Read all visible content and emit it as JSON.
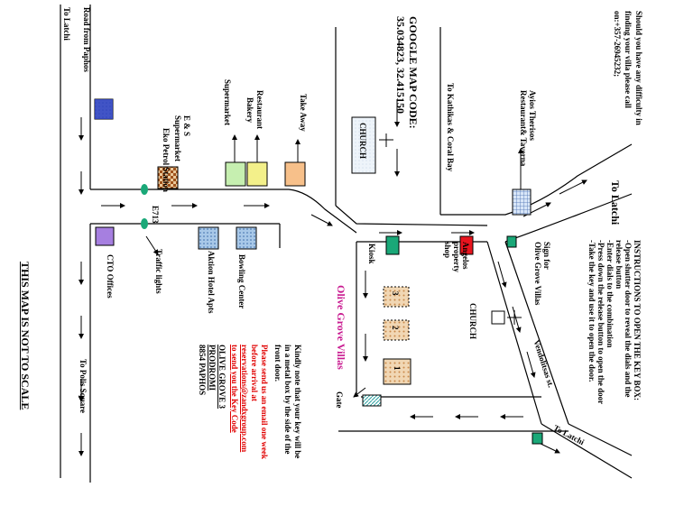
{
  "map": {
    "scale_note": "THIS MAP IS NOT TO SCALE",
    "google_map_code_label": "GOOGLE MAP CODE:",
    "google_map_code": "35.034823, 32.415150",
    "roads": {
      "road_from_paphos": "Road from Paphos",
      "to_latchi_top": "To Latchi",
      "to_latchi_right": "To Latchi",
      "to_latchi_bottom": "To Latchi",
      "to_kathikas": "To Kathikas & Coral Bay",
      "to_polis_square": "To Polis Square",
      "road_e713": "E713",
      "vendolitsas_st": "Vendolitsas st."
    },
    "places": {
      "eko": "Eko Petrol Station",
      "es_supermarket_1": "E & S",
      "es_supermarket_2": "Supermarket",
      "supermarket": "Supermarket",
      "restaurant": "Restaurant",
      "bakery": "Bakery",
      "take_away": "Take Away",
      "church_top": "CHURCH",
      "church_bottom": "CHURCH",
      "ayios_1": "Ayios Therisos",
      "ayios_2": "Restaurant& Taverna",
      "kiosk": "Kiosk",
      "angelos_1": "Angelos",
      "angelos_2": "property",
      "angelos_3": "shop",
      "sign_1": "Sign for",
      "sign_2": "Olive Grove Villas",
      "cto": "CTO Offices",
      "traffic_lights": "Traffic lights",
      "aktion": "Aktion Hotel Apts",
      "bowling": "Bowling Center",
      "olive_grove": "Olive Grove Villas",
      "gate": "Gate",
      "villa_1": "1",
      "villa_2": "2",
      "villa_3": "3"
    },
    "contact": {
      "line1": "Should you have any difficulty in",
      "line2": "finding your villa please call",
      "line3": "on:+357-26945232;"
    },
    "instructions": {
      "title": "INSTRUCTIONS TO OPEN THE KEY BOX:",
      "l1": "-Open shutter door to reveal the dials and the",
      "l2": "release button",
      "l3": "-Enter dials to the combination",
      "l4": "-Press down the release button to open the door",
      "l5": "-Take the key and use it to open the door."
    },
    "key_note": {
      "l1": "Kindly note that your key will be",
      "l2": "in a metal box by the side of the",
      "l3": "front door."
    },
    "email_note": {
      "l1": "Please send us an email one week",
      "l2": "before arrival at",
      "l3": "reservations@zandxgroup.com",
      "l4": "to send you the Key Code"
    },
    "address": {
      "l1": "OLIVE GROVE 3",
      "l2": "PRODROMI",
      "l3": "8854 PAPHOS"
    },
    "colors": {
      "eko_blue": "#2f3fbf",
      "es_brown": "#b5651d",
      "cto_purple": "#a67fe0",
      "aktion_blue": "#a8c8e8",
      "green_box": "#c6efb0",
      "yellow_box": "#f3f08a",
      "orange_box": "#f7c08a",
      "kiosk_green": "#1aa878",
      "angelos_red": "#e8141e",
      "villa_tan": "#e8c49a",
      "olive_magenta": "#c8188f",
      "email_red": "#e00000"
    }
  }
}
